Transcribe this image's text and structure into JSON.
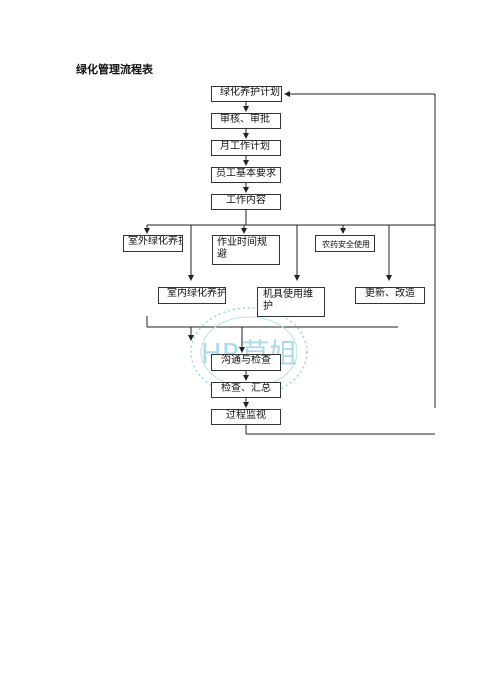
{
  "title": "绿化管理流程表",
  "nodes": {
    "plan": "绿化养护计划",
    "review": "审核、审批",
    "monthly": "月工作计划",
    "staff": "员工基本要求",
    "content": "工作内容",
    "outdoor": "室外绿化养护",
    "schedule": "作业时间规避",
    "pesticide": "农药安全使用",
    "indoor": "室内绿化养护",
    "machine": "机具使用维护",
    "renew": "更新、改造",
    "communicate": "沟通与检查",
    "inspect": "检查、汇总",
    "monitor": "过程监视"
  },
  "watermark": {
    "text": "HR草姐"
  }
}
